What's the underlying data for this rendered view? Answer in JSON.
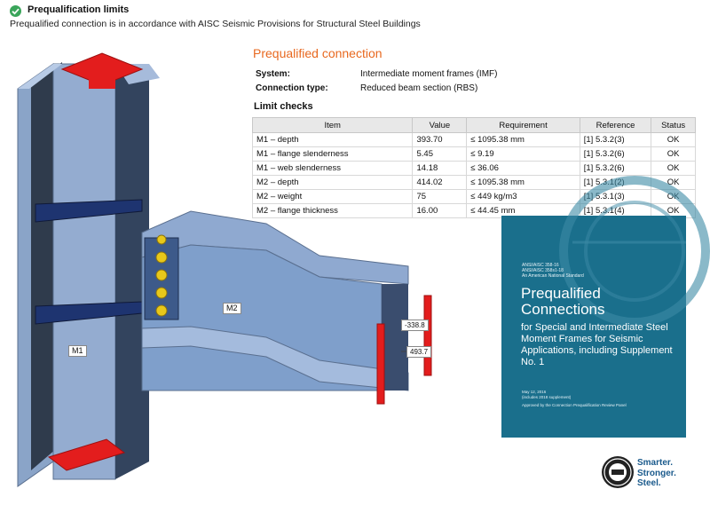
{
  "header": {
    "title": "Prequalification limits",
    "subtitle": "Prequalified connection is in accordance with AISC Seismic Provisions for Structural Steel Buildings"
  },
  "panel": {
    "heading": "Prequalified connection",
    "system_label": "System:",
    "system_value": "Intermediate moment frames (IMF)",
    "type_label": "Connection type:",
    "type_value": "Reduced beam section (RBS)",
    "limit_checks_title": "Limit checks",
    "columns": [
      "Item",
      "Value",
      "Requirement",
      "Reference",
      "Status"
    ],
    "rows": [
      [
        "M1 – depth",
        "393.70",
        "≤ 1095.38 mm",
        "[1] 5.3.2(3)",
        "OK"
      ],
      [
        "M1 – flange slenderness",
        "5.45",
        "≤ 9.19",
        "[1] 5.3.2(6)",
        "OK"
      ],
      [
        "M1 – web slenderness",
        "14.18",
        "≤ 36.06",
        "[1] 5.3.2(6)",
        "OK"
      ],
      [
        "M2 – depth",
        "414.02",
        "≤ 1095.38 mm",
        "[1] 5.3.1(2)",
        "OK"
      ],
      [
        "M2 – weight",
        "75",
        "≤ 449 kg/m3",
        "[1] 5.3.1(3)",
        "OK"
      ],
      [
        "M2 – flange thickness",
        "16.00",
        "≤ 44.45 mm",
        "[1] 5.3.1(4)",
        "OK"
      ]
    ]
  },
  "model": {
    "member1_label": "M1",
    "member2_label": "M2",
    "dim1": "-338.8",
    "dim2": "493.7"
  },
  "cover": {
    "std1": "ANSI/AISC 358-16",
    "std2": "ANSI/AISC 358s1-18",
    "std3": "An American National Standard",
    "title_line1": "Prequalified",
    "title_line2": "Connections",
    "subtitle": "for Special and Intermediate Steel Moment Frames for Seismic Applications, including Supplement No. 1",
    "date1": "May 12, 2016",
    "date2": "(includes 2018 supplement)",
    "approved": "Approved by the Connection Prequalification Review Panel"
  },
  "logo": {
    "line1": "Smarter.",
    "line2": "Stronger.",
    "line3": "Steel."
  },
  "colors": {
    "accent": "#e8681f",
    "steel": "#7f9fcb",
    "plate": "#e31d1d",
    "bolt": "#e8c81a",
    "cover": "#1a6f8c"
  }
}
